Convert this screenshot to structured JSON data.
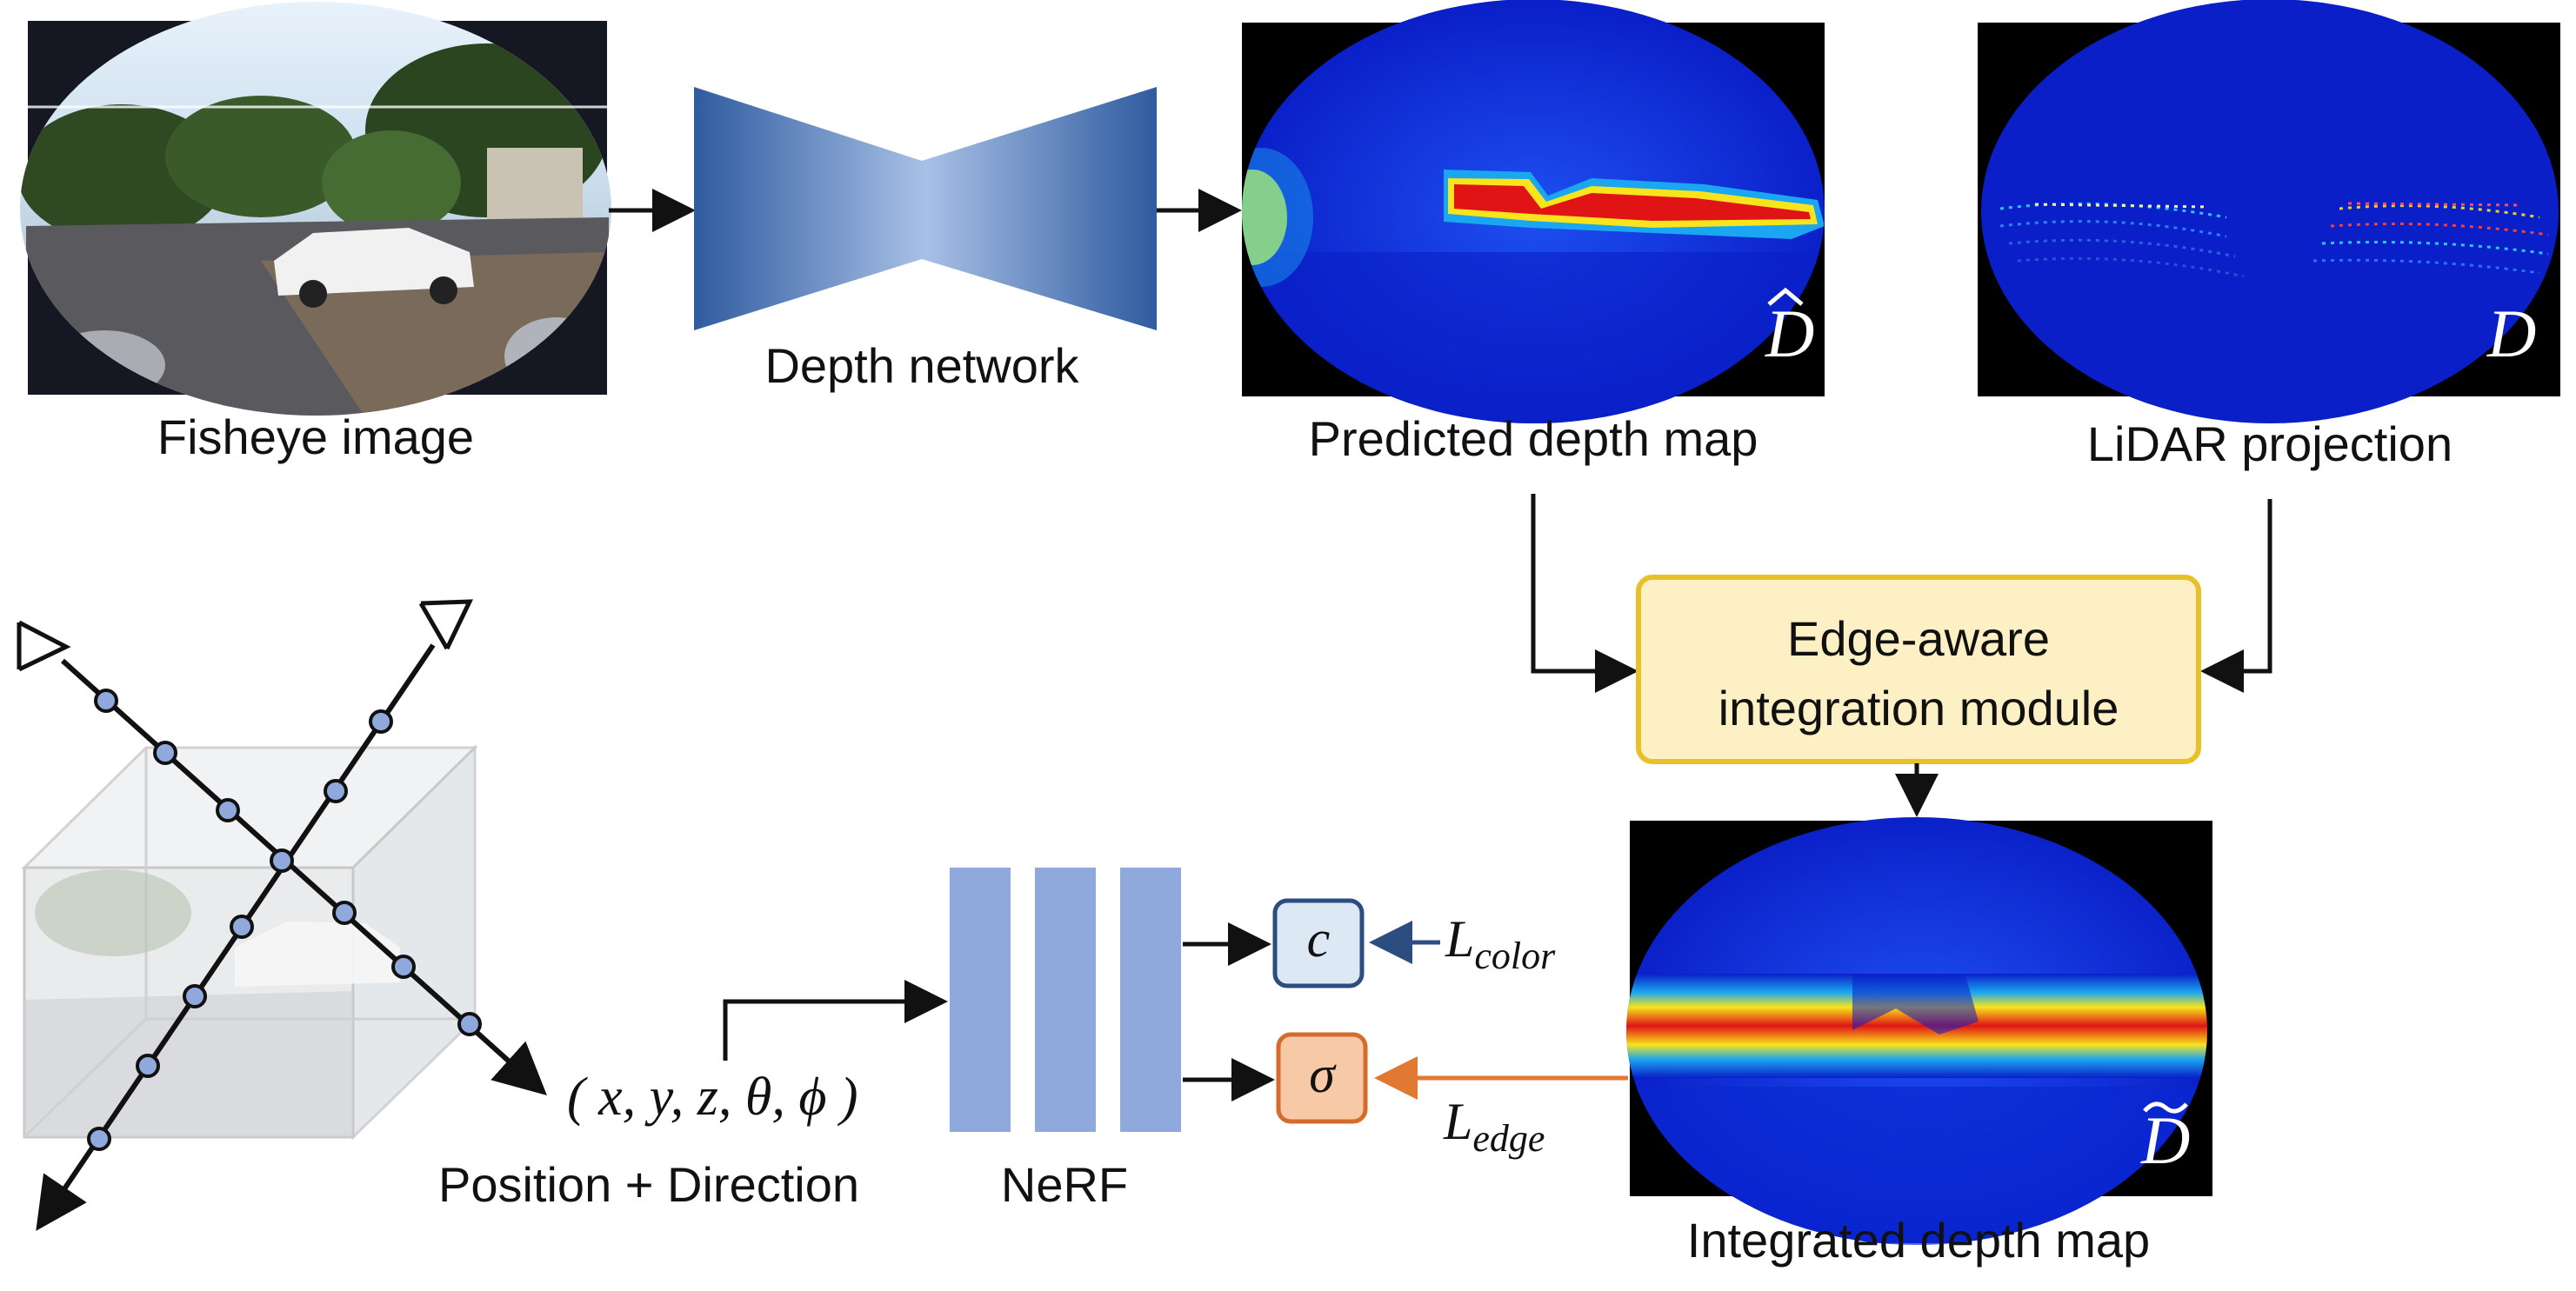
{
  "labels": {
    "fisheye_image": "Fisheye image",
    "depth_network": "Depth network",
    "predicted_depth_map": "Predicted depth map",
    "lidar_projection": "LiDAR projection",
    "edge_aware_line1": "Edge-aware",
    "edge_aware_line2": "integration module",
    "integrated_depth_map": "Integrated depth map",
    "position_direction": "Position + Direction",
    "nerf": "NeRF",
    "coords": "( x, y, z, θ, ϕ )"
  },
  "symbols": {
    "d_hat": "D",
    "d": "D",
    "d_tilde": "D",
    "c": "c",
    "sigma": "σ",
    "l_color_base": "L",
    "l_color_sub": "color",
    "l_edge_base": "L",
    "l_edge_sub": "edge"
  },
  "colors": {
    "network_blue": "#2f5b9f",
    "nerf_blue": "#8fa9dc",
    "module_fill": "#fdf0c4",
    "module_border": "#e8c02a",
    "c_box_fill": "#dde8f5",
    "c_box_border": "#2c4d80",
    "sigma_box_fill": "#f8c9a6",
    "sigma_box_border": "#d46d2c",
    "edge_arrow": "#e07a33",
    "color_arrow": "#2c4d80",
    "depth_background": "#0a1fc8"
  }
}
